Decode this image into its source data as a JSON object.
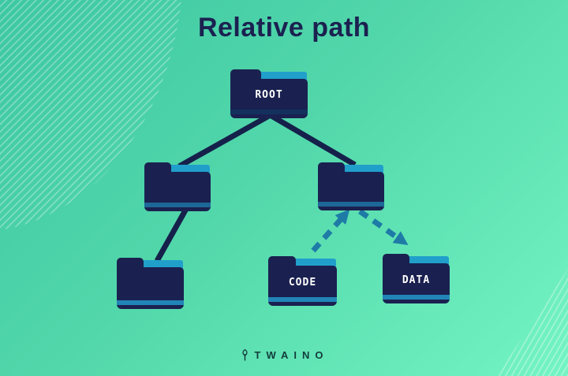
{
  "title": "Relative path",
  "brand": {
    "name": "TWAINO",
    "icon": "tree-icon"
  },
  "theme": {
    "bg_top": "#3dc7a3",
    "bg_mid": "#52d7aa",
    "bg_bottom": "#74f4c3",
    "navy": "#1a2150",
    "paper_teal": "#219fcb",
    "stripe_root": "#14315e",
    "stripe_mid": "#1d6898",
    "stripe_leaf": "#2285b8",
    "arrow_teal": "#1e7ba6",
    "line_navy": "#15214b",
    "title_navy": "#1b2150",
    "brand_dark": "#123c3c",
    "label_white": "#ffffff"
  },
  "diagram": {
    "type": "folder-tree",
    "nodes": [
      {
        "id": "root",
        "label": "ROOT"
      },
      {
        "id": "folder-left",
        "label": ""
      },
      {
        "id": "folder-right",
        "label": ""
      },
      {
        "id": "folder-bottom-left",
        "label": ""
      },
      {
        "id": "code",
        "label": "CODE"
      },
      {
        "id": "data",
        "label": "DATA"
      }
    ],
    "solid_edges": [
      {
        "from": "root",
        "to": "folder-left"
      },
      {
        "from": "root",
        "to": "folder-right"
      },
      {
        "from": "folder-left",
        "to": "folder-bottom-left"
      }
    ],
    "dashed_arrow_edges": [
      {
        "from": "code",
        "to": "folder-right"
      },
      {
        "from": "folder-right",
        "to": "data"
      }
    ]
  }
}
